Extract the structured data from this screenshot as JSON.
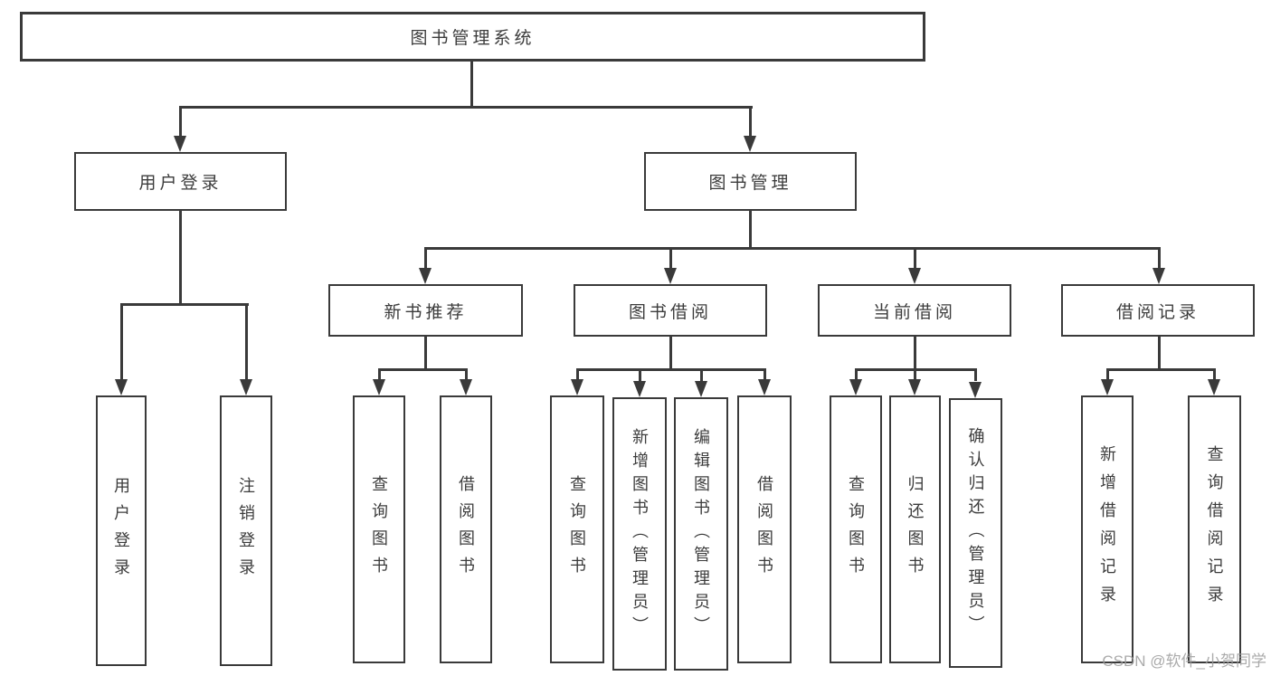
{
  "tree": {
    "label": "图书管理系统",
    "children": [
      {
        "label": "用户登录",
        "children": [
          {
            "label": "用户登录"
          },
          {
            "label": "注销登录"
          }
        ]
      },
      {
        "label": "图书管理",
        "children": [
          {
            "label": "新书推荐",
            "children": [
              {
                "label": "查询图书"
              },
              {
                "label": "借阅图书"
              }
            ]
          },
          {
            "label": "图书借阅",
            "children": [
              {
                "label": "查询图书"
              },
              {
                "label": "新增图书（管理员）"
              },
              {
                "label": "编辑图书（管理员）"
              },
              {
                "label": "借阅图书"
              }
            ]
          },
          {
            "label": "当前借阅",
            "children": [
              {
                "label": "查询图书"
              },
              {
                "label": "归还图书"
              },
              {
                "label": "确认归还（管理员）"
              }
            ]
          },
          {
            "label": "借阅记录",
            "children": [
              {
                "label": "新增借阅记录"
              },
              {
                "label": "查询借阅记录"
              }
            ]
          }
        ]
      }
    ]
  },
  "watermark": {
    "text": "CSDN @软件_小贺同学"
  },
  "colors": {
    "line": "#3a3a3a",
    "text": "#3c3c3c",
    "watermark": "#9c9c9c",
    "background": "#ffffff"
  }
}
